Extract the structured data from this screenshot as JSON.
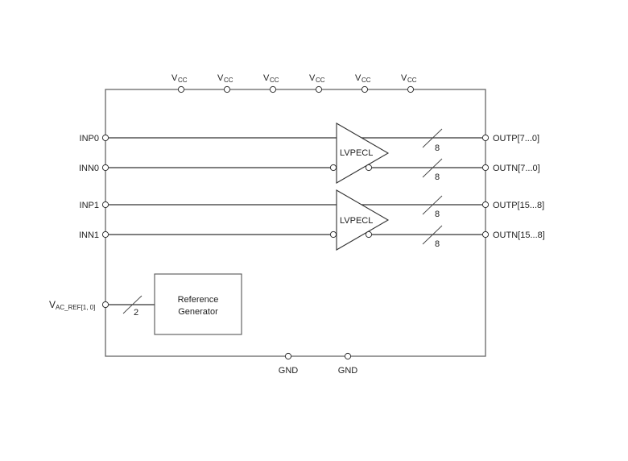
{
  "diagram": {
    "type": "block-diagram",
    "supply_pins": [
      {
        "main": "V",
        "sub": "CC"
      },
      {
        "main": "V",
        "sub": "CC"
      },
      {
        "main": "V",
        "sub": "CC"
      },
      {
        "main": "V",
        "sub": "CC"
      },
      {
        "main": "V",
        "sub": "CC"
      },
      {
        "main": "V",
        "sub": "CC"
      }
    ],
    "ground_pins": [
      "GND",
      "GND"
    ],
    "input_pins": [
      "INP0",
      "INN0",
      "INP1",
      "INN1"
    ],
    "output_pins": [
      "OUTP[7...0]",
      "OUTN[7...0]",
      "OUTP[15...8]",
      "OUTN[15...8]"
    ],
    "bus_widths": [
      "8",
      "8",
      "8",
      "8"
    ],
    "buffers": [
      {
        "label": "LVPECL"
      },
      {
        "label": "LVPECL"
      }
    ],
    "reference": {
      "pin_main": "V",
      "pin_sub": "AC_REF[1, 0]",
      "bus_width": "2",
      "block_line1": "Reference",
      "block_line2": "Generator"
    }
  }
}
